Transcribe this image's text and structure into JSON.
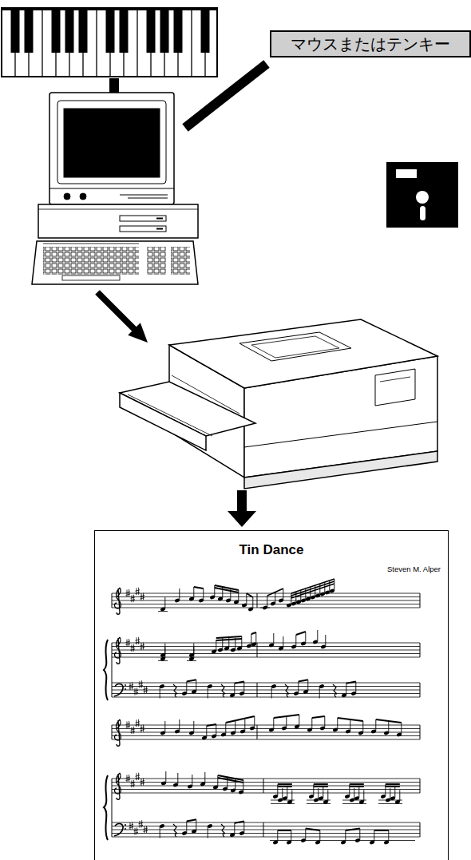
{
  "diagram": {
    "nodes": [
      {
        "text": [
          "マウスまたはテンキー"
        ]
      },
      {
        "text": [
          "Tin Dance",
          "Steven M. Alper"
        ]
      }
    ]
  }
}
